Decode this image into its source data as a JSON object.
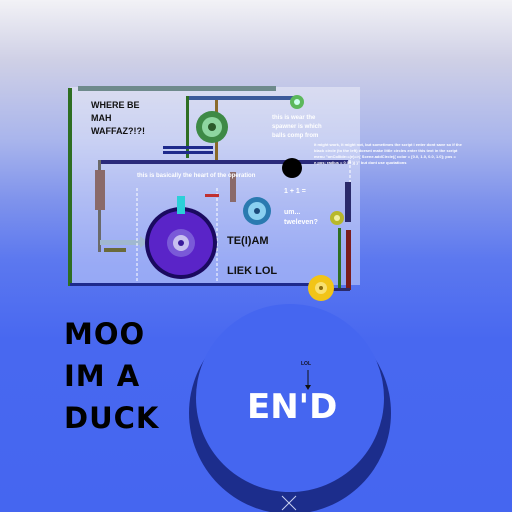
{
  "labels": {
    "where": "WHERE BE MAH WAFFAZ?!?!",
    "heart": "this is basically the heart of the operation",
    "wear": "this is wear the spawner is which balls comp from",
    "script_note": "it might work, it might not, but sometimes the script i enter dont save so if the black circle (to the left) doesnt make little circles enter this text in the script menu \"onCollide:=(e)=>{ Scene.addCircle({ color = [0.0, 1.0, 0.0, 1.0]; pos = e.pos; radius = 0.05 }) }\" but dont use quotations",
    "sum": "1 + 1 =",
    "answer": "um... tweleven?",
    "team": "TE(I)AM",
    "liek": "LIEK LOL",
    "moo": "MOO IM A DUCK",
    "end": "EN'D",
    "lol": "LOL"
  },
  "colors": {
    "wheel_purple": "#5a24c8",
    "wheel_rim": "#1a0a60",
    "moon": "#1c2d8c",
    "wire_blue": "#1e2a8c",
    "wire_green": "#2e6e22",
    "ball_yellow": "#f2c417"
  }
}
